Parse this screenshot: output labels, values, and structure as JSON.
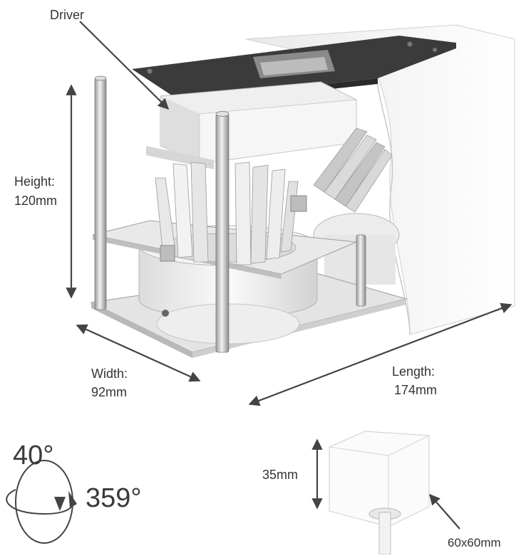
{
  "labels": {
    "driver": "Driver",
    "height_title": "Height:",
    "height_value": "120mm",
    "width_title": "Width:",
    "width_value": "92mm",
    "length_title": "Length:",
    "length_value": "174mm",
    "tilt_angle": "40°",
    "rotation_angle": "359°",
    "box_height": "35mm",
    "box_size": "60x60mm"
  },
  "colors": {
    "arrow": "#444444",
    "plate_dark": "#3b3b3b",
    "metal_light": "#e6e6e6",
    "housing_white": "#f8f8f8"
  }
}
